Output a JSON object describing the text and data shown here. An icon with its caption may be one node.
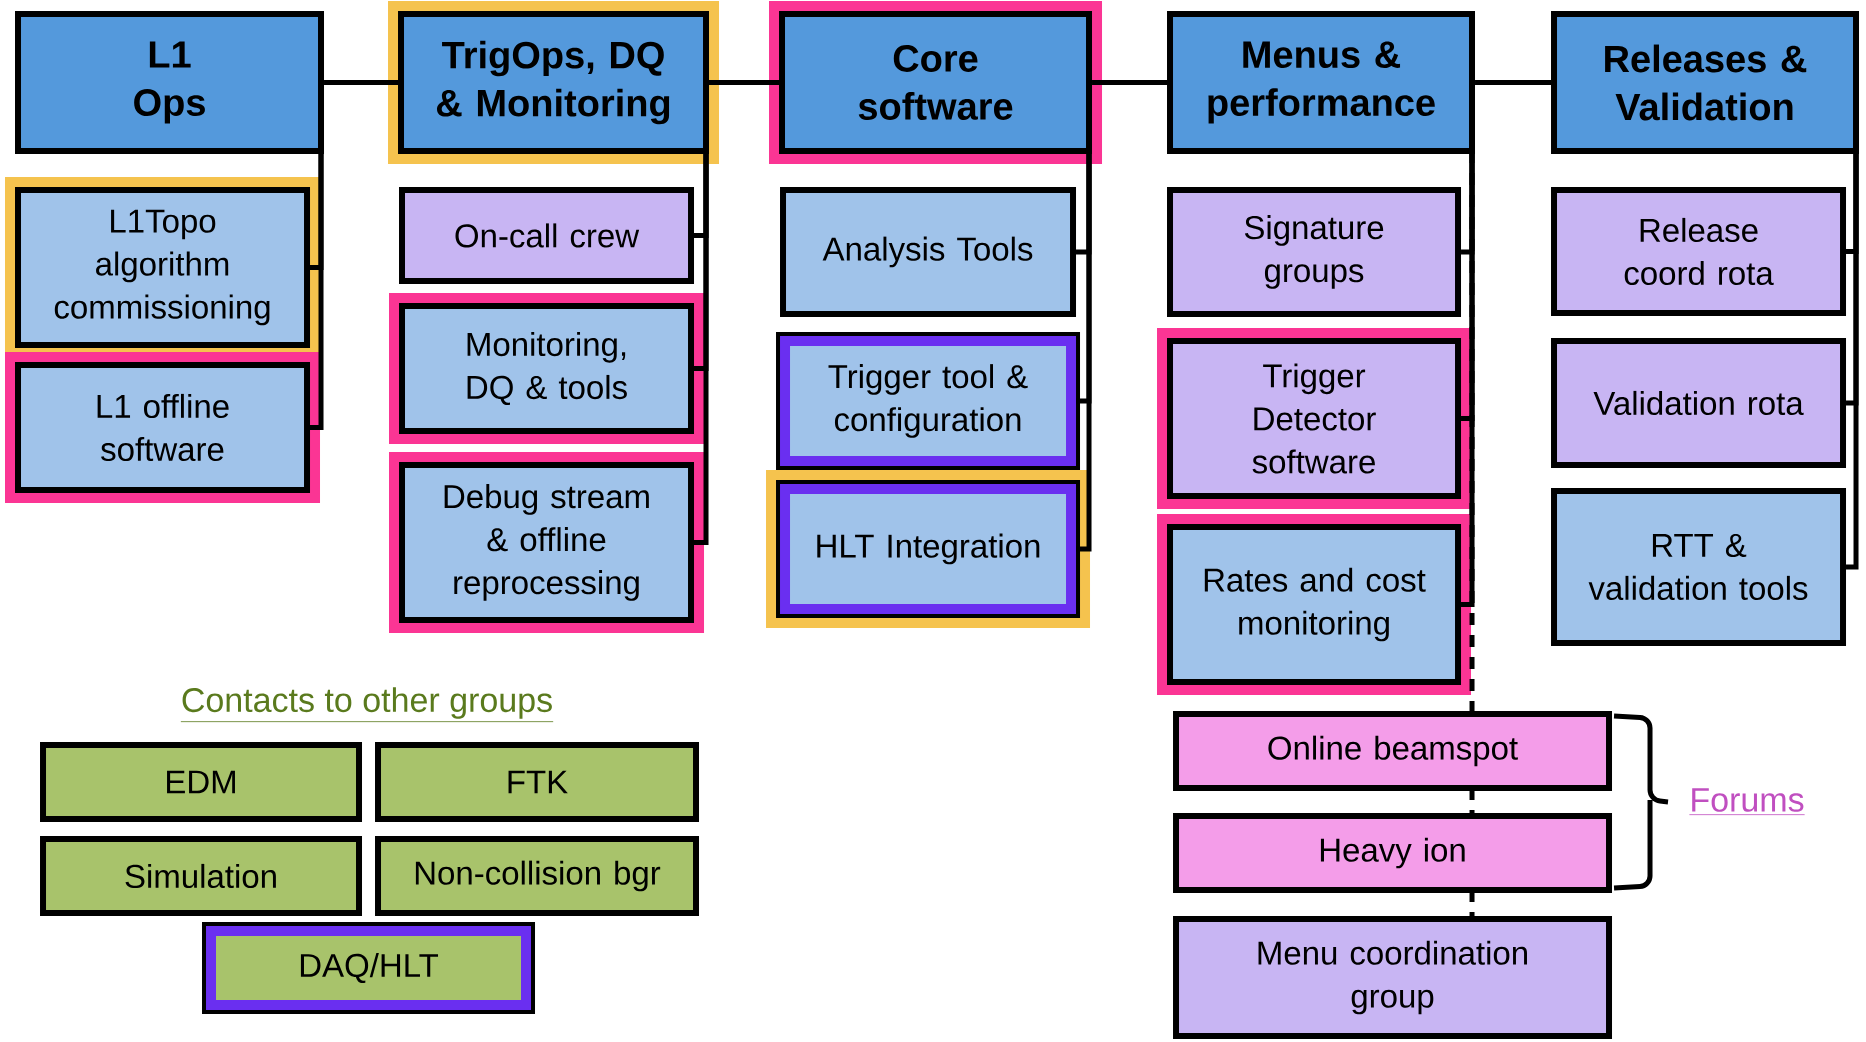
{
  "diagram": {
    "nodes": [
      {
        "text": [
          "L1 Ops"
        ]
      },
      {
        "text": [
          "TrigOps, DQ & Monitoring"
        ]
      },
      {
        "text": [
          "Core software"
        ]
      },
      {
        "text": [
          "Menus & performance"
        ]
      },
      {
        "text": [
          "Releases & Validation"
        ]
      },
      {
        "text": [
          "L1Topo algorithm commissioning"
        ]
      },
      {
        "text": [
          "L1 offline software"
        ]
      },
      {
        "text": [
          "On-call crew"
        ]
      },
      {
        "text": [
          "Monitoring, DQ & tools"
        ]
      },
      {
        "text": [
          "Debug stream & offline reprocessing"
        ]
      },
      {
        "text": [
          "Analysis Tools"
        ]
      },
      {
        "text": [
          "Trigger tool & configuration"
        ]
      },
      {
        "text": [
          "HLT Integration"
        ]
      },
      {
        "text": [
          "Signature groups"
        ]
      },
      {
        "text": [
          "Trigger Detector software"
        ]
      },
      {
        "text": [
          "Rates and cost monitoring"
        ]
      },
      {
        "text": [
          "Online beamspot"
        ]
      },
      {
        "text": [
          "Heavy ion"
        ]
      },
      {
        "text": [
          "Menu coordination group"
        ]
      },
      {
        "text": [
          "Release coord rota"
        ]
      },
      {
        "text": [
          "Validation rota"
        ]
      },
      {
        "text": [
          "RTT & validation tools"
        ]
      },
      {
        "text": [
          "EDM"
        ]
      },
      {
        "text": [
          "FTK"
        ]
      },
      {
        "text": [
          "Simulation"
        ]
      },
      {
        "text": [
          "Non-collision bgr"
        ]
      },
      {
        "text": [
          "DAQ/HLT"
        ]
      }
    ],
    "edges": [
      {
        "from": 0,
        "to": 1,
        "arrow": "none"
      },
      {
        "from": 1,
        "to": 2,
        "arrow": "none"
      },
      {
        "from": 2,
        "to": 3,
        "arrow": "none"
      },
      {
        "from": 3,
        "to": 4,
        "arrow": "none"
      },
      {
        "from": 0,
        "to": 5,
        "arrow": "none"
      },
      {
        "from": 0,
        "to": 6,
        "arrow": "none"
      },
      {
        "from": 1,
        "to": 7,
        "arrow": "none"
      },
      {
        "from": 1,
        "to": 8,
        "arrow": "none"
      },
      {
        "from": 1,
        "to": 9,
        "arrow": "none"
      },
      {
        "from": 2,
        "to": 10,
        "arrow": "none"
      },
      {
        "from": 2,
        "to": 11,
        "arrow": "none"
      },
      {
        "from": 2,
        "to": 12,
        "arrow": "none"
      },
      {
        "from": 3,
        "to": 13,
        "arrow": "none"
      },
      {
        "from": 3,
        "to": 14,
        "arrow": "none"
      },
      {
        "from": 3,
        "to": 15,
        "arrow": "none"
      },
      {
        "from": 3,
        "to": 16,
        "arrow": "none",
        "style": "dashed"
      },
      {
        "from": 16,
        "to": 17,
        "arrow": "none",
        "style": "dashed"
      },
      {
        "from": 17,
        "to": 18,
        "arrow": "none",
        "style": "dashed"
      },
      {
        "from": 4,
        "to": 19,
        "arrow": "none"
      },
      {
        "from": 4,
        "to": 20,
        "arrow": "none"
      },
      {
        "from": 4,
        "to": 21,
        "arrow": "none"
      }
    ],
    "labels": [
      "Contacts to other groups",
      "Forums"
    ]
  }
}
